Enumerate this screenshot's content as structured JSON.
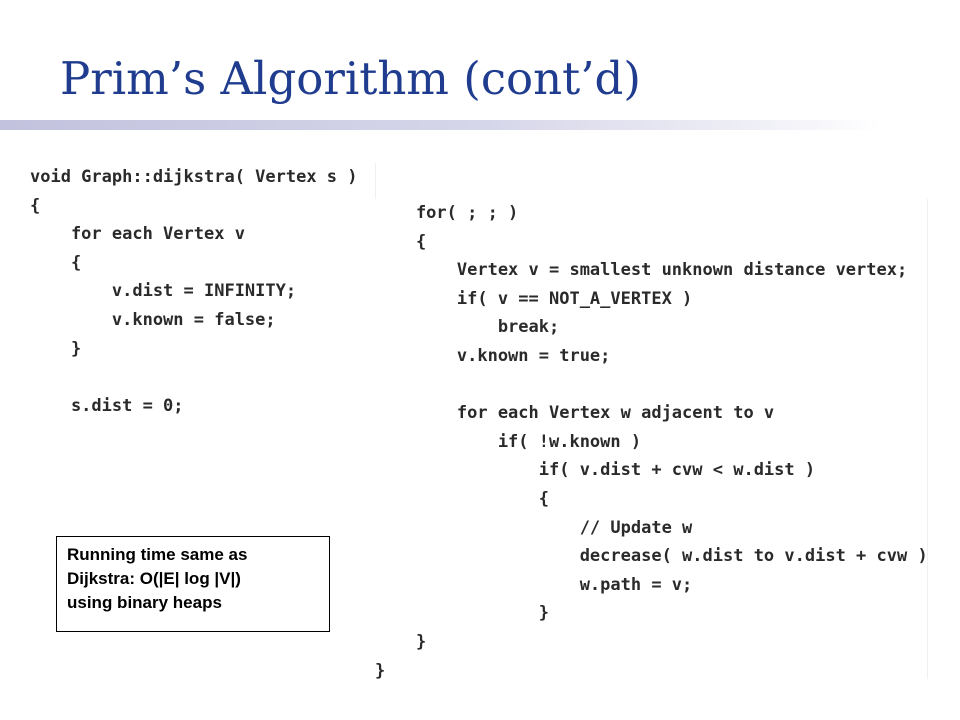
{
  "slide": {
    "title": "Prim’s Algorithm (cont’d)"
  },
  "code_left": {
    "lines": [
      "void Graph::dijkstra( Vertex s )",
      "{",
      "    for each Vertex v",
      "    {",
      "        v.dist = INFINITY;",
      "        v.known = false;",
      "    }",
      "",
      "    s.dist = 0;"
    ]
  },
  "code_right": {
    "lines": [
      "    for( ; ; )",
      "    {",
      "        Vertex v = smallest unknown distance vertex;",
      "        if( v == NOT_A_VERTEX )",
      "            break;",
      "        v.known = true;",
      "",
      "        for each Vertex w adjacent to v",
      "            if( !w.known )",
      "                if( v.dist + cvw < w.dist )",
      "                {",
      "                    // Update w",
      "                    decrease( w.dist to v.dist + cvw );",
      "                    w.path = v;",
      "                }",
      "    }",
      "}"
    ]
  },
  "note": {
    "lines": [
      "Running time same as",
      "Dijkstra:  O(|E| log |V|)",
      "using binary heaps"
    ]
  }
}
